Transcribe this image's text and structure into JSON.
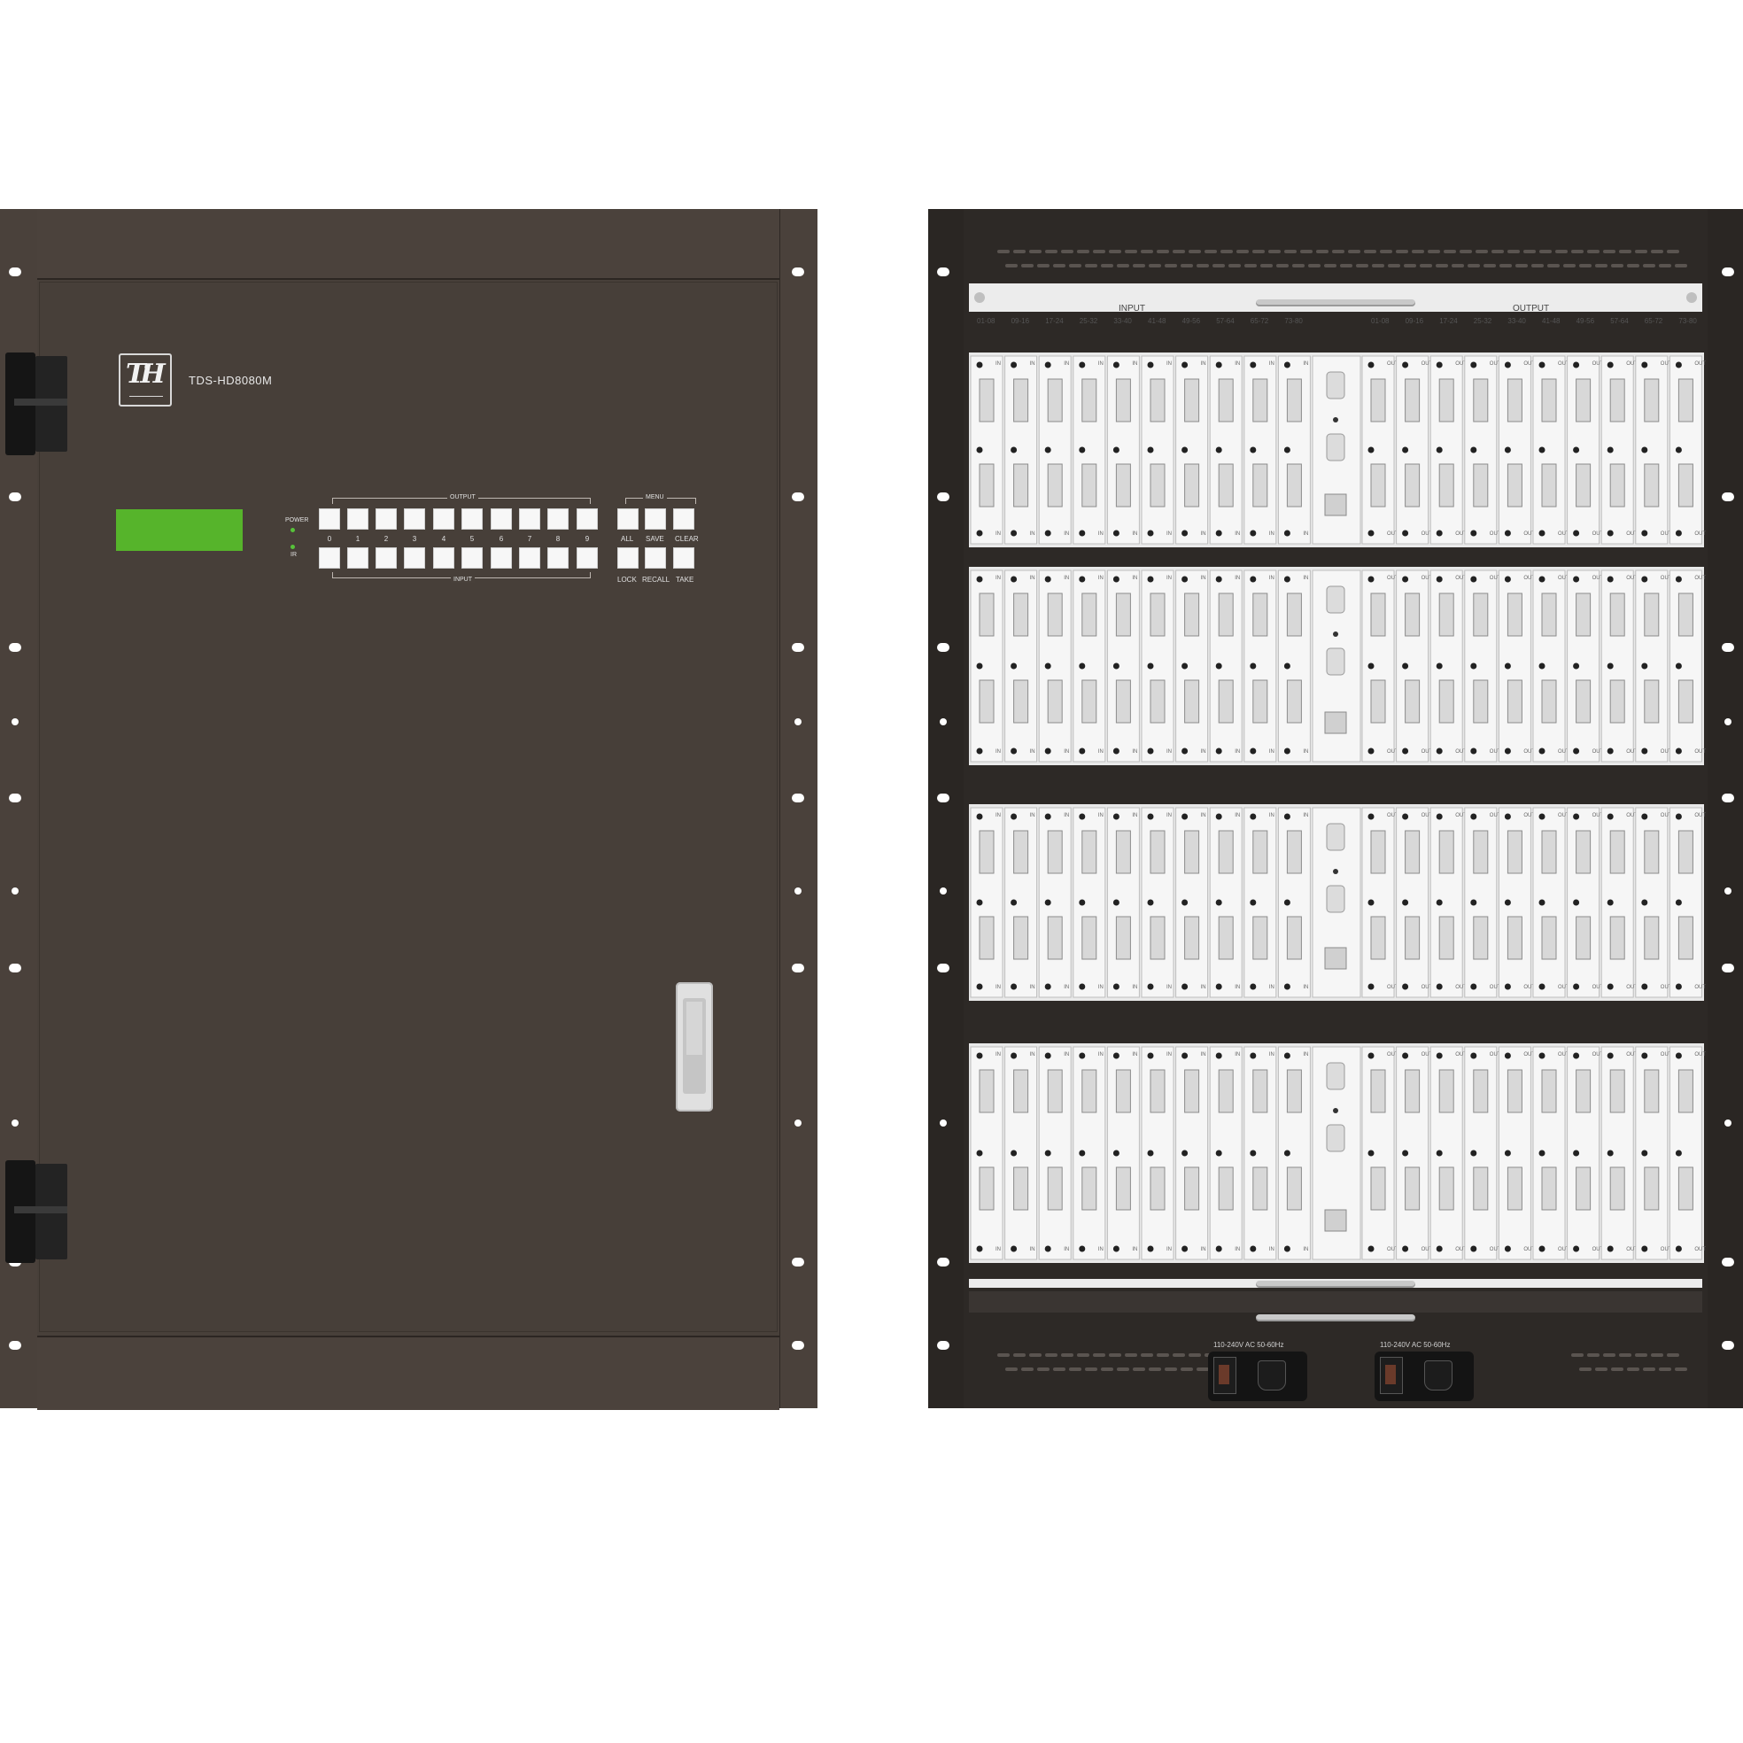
{
  "front": {
    "model": "TDS-HD8080M",
    "logo_text": "TH",
    "power_label": "POWER",
    "ir_label": "IR",
    "output_label": "OUTPUT",
    "input_label": "INPUT",
    "menu_label": "MENU",
    "digits": [
      "0",
      "1",
      "2",
      "3",
      "4",
      "5",
      "6",
      "7",
      "8",
      "9"
    ],
    "menu_top": [
      "ALL",
      "SAVE",
      "CLEAR"
    ],
    "menu_bottom": [
      "LOCK",
      "RECALL",
      "TAKE"
    ],
    "colors": {
      "lcd": "#56b42b",
      "led": "#57c23a",
      "chassis": "#48403a"
    }
  },
  "rear": {
    "input_header": "INPUT",
    "output_header": "OUTPUT",
    "input_ranges": [
      "01-08",
      "09-16",
      "17-24",
      "25-32",
      "33-40",
      "41-48",
      "49-56",
      "57-64",
      "65-72",
      "73-80"
    ],
    "output_ranges": [
      "01-08",
      "09-16",
      "17-24",
      "25-32",
      "33-40",
      "41-48",
      "49-56",
      "57-64",
      "65-72",
      "73-80"
    ],
    "in_port_label": "IN",
    "out_port_label": "OUT",
    "psu": [
      {
        "label": "110-240V   AC   50-60Hz"
      },
      {
        "label": "110-240V   AC   50-60Hz"
      }
    ]
  }
}
